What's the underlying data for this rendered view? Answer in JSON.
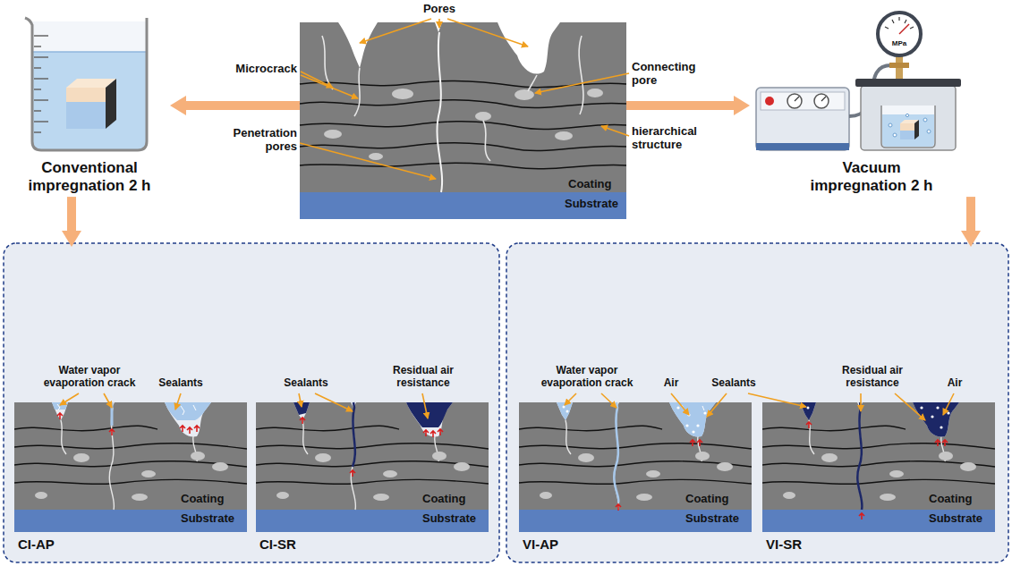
{
  "diagram": {
    "nodes": [
      {
        "text": [
          "Conventional impregnation 2 h"
        ]
      },
      {
        "text": [
          "Coating",
          "Substrate"
        ]
      },
      {
        "text": [
          "Vacuum impregnation 2 h"
        ]
      },
      {
        "text": [
          "Coating",
          "Substrate",
          "CI-AP"
        ]
      },
      {
        "text": [
          "Coating",
          "Substrate",
          "CI-SR"
        ]
      },
      {
        "text": [
          "Coating",
          "Substrate",
          "VI-AP"
        ]
      },
      {
        "text": [
          "Coating",
          "Substrate",
          "VI-SR"
        ]
      }
    ],
    "edges": [
      {
        "from": 1,
        "to": 0,
        "arrow": "to"
      },
      {
        "from": 1,
        "to": 2,
        "arrow": "to"
      },
      {
        "from": 0,
        "to": 3,
        "arrow": "to"
      },
      {
        "from": 2,
        "to": 6,
        "arrow": "to"
      }
    ],
    "labels": [
      "Pores",
      "Microcrack",
      "Connecting pore",
      "Penetration pores",
      "hierarchical structure",
      "MPa",
      "Water vapor evaporation crack",
      "Sealants",
      "Sealants",
      "Residual air resistance",
      "Water vapor evaporation crack",
      "Air",
      "Sealants",
      "Residual air resistance",
      "Air"
    ]
  }
}
